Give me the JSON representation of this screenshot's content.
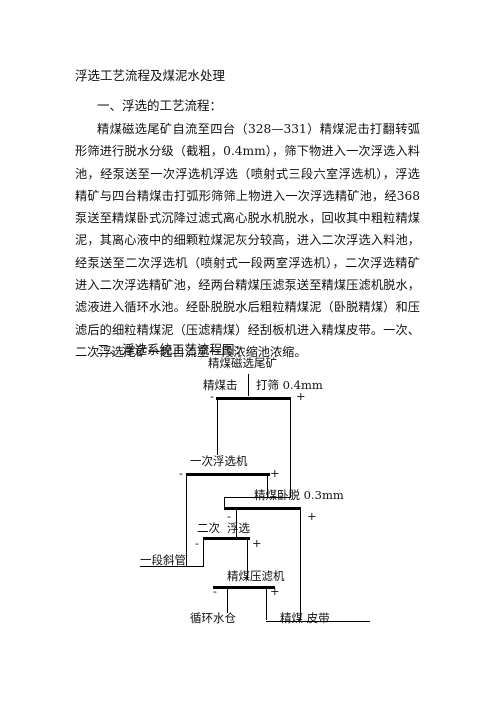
{
  "doc": {
    "title": "浮选工艺流程及煤泥水处理",
    "section1_heading": "一、浮选的工艺流程：",
    "section1_body": "精煤磁选尾矿自流至四台（328—331）精煤泥击打翻转弧形筛进行脱水分级（截粗，0.4mm），筛下物进入一次浮选入料池，经泵送至一次浮选机浮选（喷射式三段六室浮选机），浮选精矿与四台精煤击打弧形筛筛上物进入一次浮选精矿池，经368泵送至精煤卧式沉降过滤式离心脱水机脱水，回收其中粗粒精煤泥，其离心液中的细颗粒煤泥灰分较高，进入二次浮选入料池，经泵送至二次浮选机（喷射式一段两室浮选机），二次浮选精矿进入二次浮选精矿池，经两台精煤压滤泵送至精煤压滤机脱水，滤液进入循环水池。经卧脱脱水后粗粒精煤泥（卧脱精煤）和压滤后的细粒精煤泥（压滤精煤）经刮板机进入精煤皮带。一次、二次浮选尾矿一起自流至一段浓缩池浓缩。",
    "section2_heading": "二、浮选系统工艺流程图："
  },
  "diagram": {
    "source": "精煤磁选尾矿",
    "screen_left": "精煤击",
    "screen_right": "打筛 0.4mm",
    "flotation1": "一次浮选机",
    "centrifuge": "精煤卧脱 0.3mm",
    "flotation2_a": "二次",
    "flotation2_b": "浮选",
    "thickener": "一段斜管",
    "filter_press": "精煤压滤机",
    "water_tank": "循环水仓",
    "product": "精煤 皮带",
    "minus": "-",
    "plus": "+"
  }
}
